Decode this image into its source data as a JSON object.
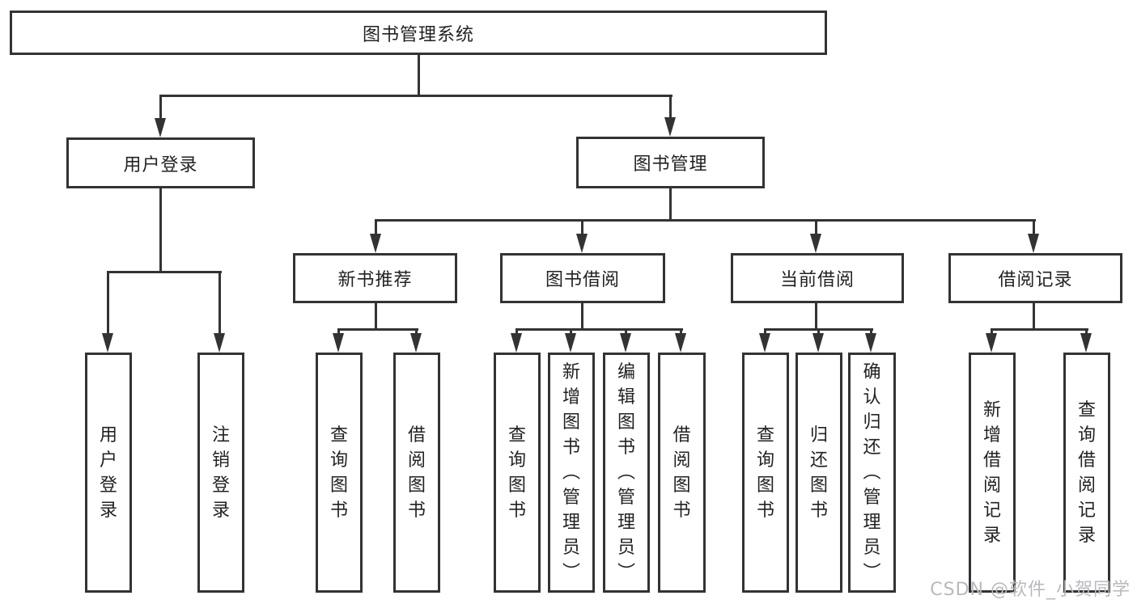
{
  "tree": {
    "root": {
      "label": "图书管理系统"
    },
    "user_login": {
      "label": "用户登录",
      "children": [
        {
          "label": "用户登录"
        },
        {
          "label": "注销登录"
        }
      ]
    },
    "book_management": {
      "label": "图书管理",
      "sections": [
        {
          "label": "新书推荐",
          "children": [
            {
              "label": "查询图书"
            },
            {
              "label": "借阅图书"
            }
          ]
        },
        {
          "label": "图书借阅",
          "children": [
            {
              "label": "查询图书"
            },
            {
              "label": "新增图书（管理员）"
            },
            {
              "label": "编辑图书（管理员）"
            },
            {
              "label": "借阅图书"
            }
          ]
        },
        {
          "label": "当前借阅",
          "children": [
            {
              "label": "查询图书"
            },
            {
              "label": "归还图书"
            },
            {
              "label": "确认归还（管理员）"
            }
          ]
        },
        {
          "label": "借阅记录",
          "children": [
            {
              "label": "新增借阅记录"
            },
            {
              "label": "查询借阅记录"
            }
          ]
        }
      ]
    }
  },
  "watermark": {
    "text": "CSDN @软件_小贺同学"
  },
  "colors": {
    "line": "#333333",
    "text": "#222222",
    "watermark": "#b7babf",
    "background": "#ffffff"
  }
}
